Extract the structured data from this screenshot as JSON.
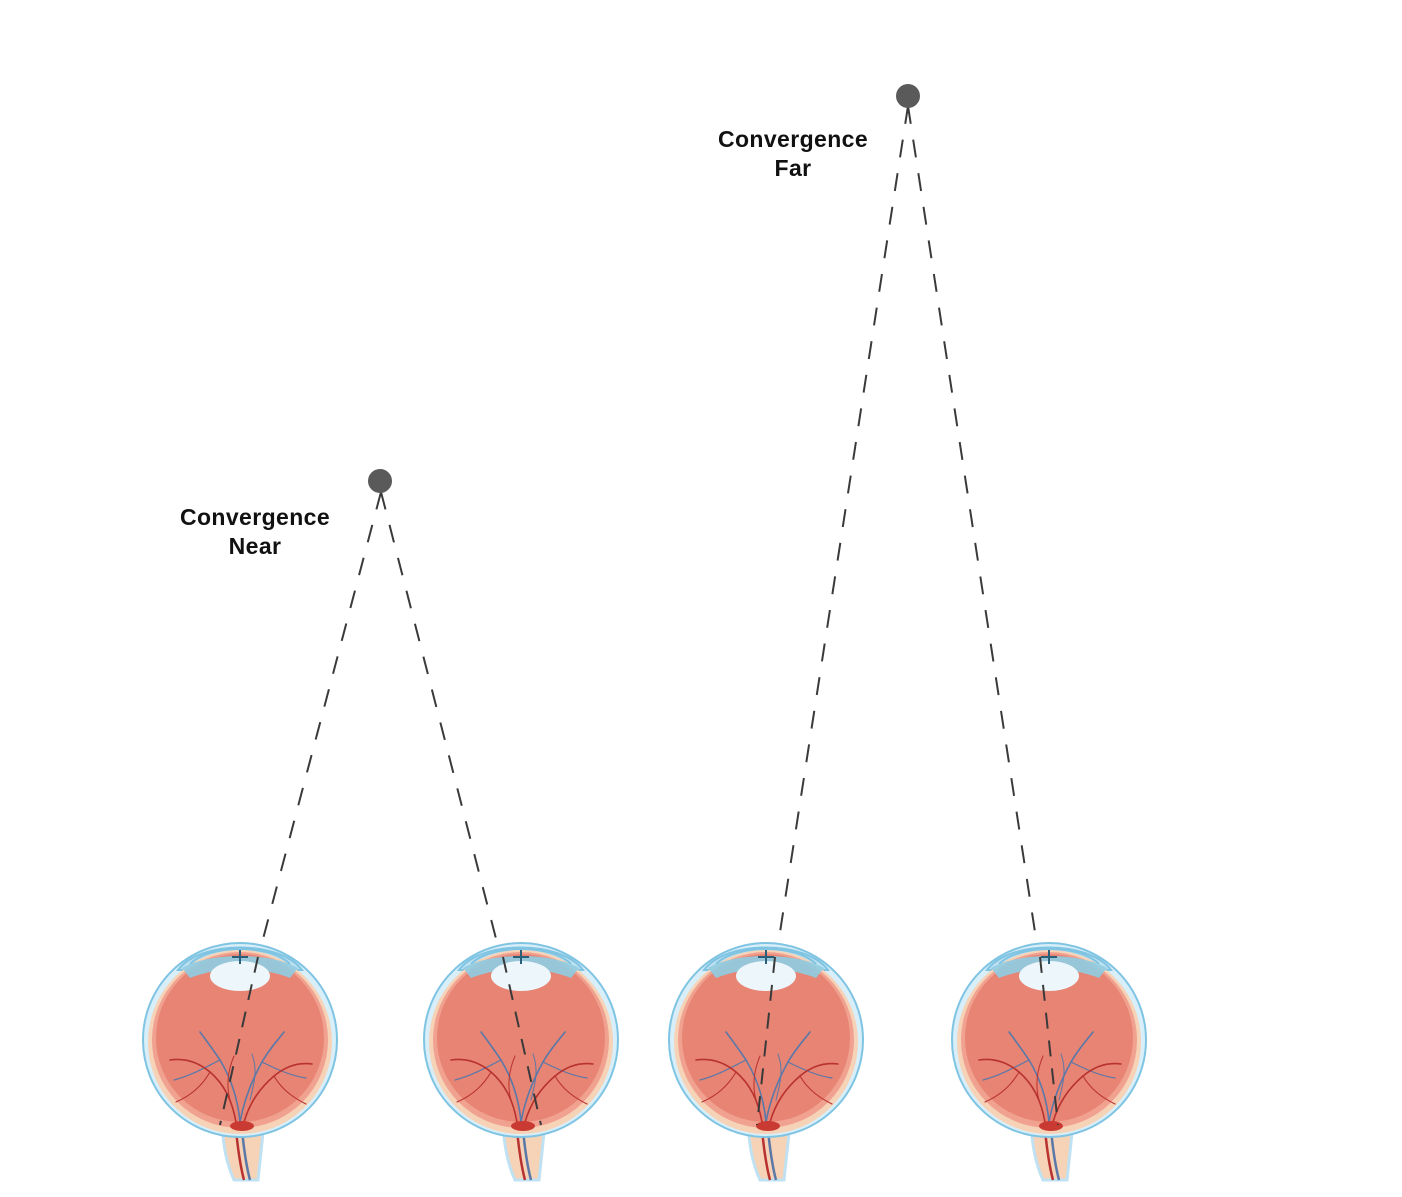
{
  "near": {
    "label_line1": "Convergence",
    "label_line2": "Near"
  },
  "far": {
    "label_line1": "Convergence",
    "label_line2": "Far"
  },
  "icons": [
    "fixation-point-icon",
    "eyeball-icon"
  ],
  "colors": {
    "background": "#ffffff",
    "fixation_point": "#5a5a5a",
    "sight_line": "#3a3a3a",
    "sclera_outer": "#bfe1f1",
    "sclera_line": "#7fc4e2",
    "choroid": "#f6d2b6",
    "retina": "#f0a18f",
    "vitreous": "#e88474",
    "lens": "#edf6fb",
    "cornea_fill": "#8ecde3",
    "vessel_red": "#b8322f",
    "vessel_blue": "#5a78a8",
    "optic_disc": "#c93a32",
    "label_text": "#111111"
  }
}
